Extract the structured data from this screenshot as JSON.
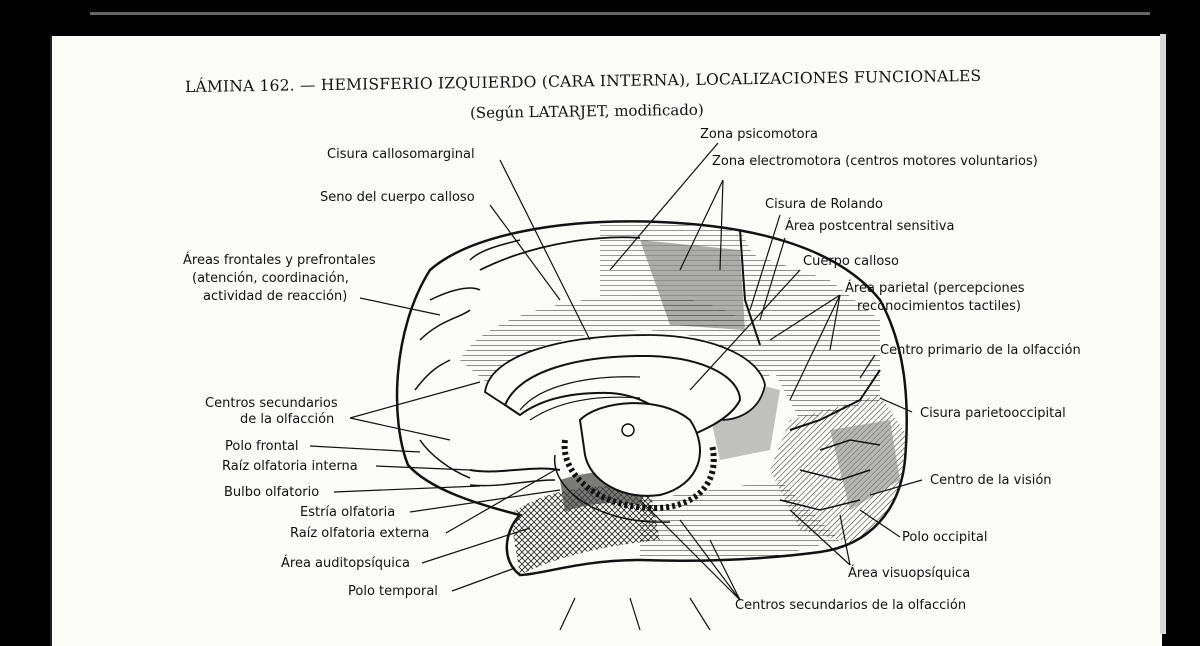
{
  "title": "LÁMINA 162. — HEMISFERIO IZQUIERDO (CARA INTERNA), LOCALIZACIONES FUNCIONALES",
  "subtitle": "(Según LATARJET, modificado)",
  "labels": {
    "zona_psicomotora": "Zona psicomotora",
    "cisura_callosomarginal": "Cisura callosomarginal",
    "zona_electromotora": "Zona electromotora (centros motores voluntarios)",
    "seno_cuerpo_calloso": "Seno del cuerpo calloso",
    "cisura_rolando": "Cisura de Rolando",
    "area_postcentral": "Área postcentral sensitiva",
    "areas_frontales_1": "Áreas frontales y prefrontales",
    "areas_frontales_2": "(atención, coordinación,",
    "areas_frontales_3": "actividad de reacción)",
    "cuerpo_calloso": "Cuerpo calloso",
    "area_parietal_1": "Área parietal (percepciones",
    "area_parietal_2": "reconocimientos tactiles)",
    "centro_primario_olfaccion": "Centro primario de la olfacción",
    "centros_secundarios_1": "Centros secundarios",
    "centros_secundarios_2": "de la olfacción",
    "cisura_parietooccipital": "Cisura parietooccipital",
    "polo_frontal": "Polo frontal",
    "raiz_olfatoria_interna": "Raíz olfatoria interna",
    "centro_vision": "Centro de la visión",
    "bulbo_olfatorio": "Bulbo olfatorio",
    "estria_olfatoria": "Estría olfatoria",
    "raiz_olfatoria_externa": "Raíz olfatoria externa",
    "polo_occipital": "Polo occipital",
    "area_auditopsiquica": "Área auditopsíquica",
    "area_visuopsiquica": "Área visuopsíquica",
    "polo_temporal": "Polo temporal",
    "centros_secundarios_olfaccion_bottom": "Centros secundarios de la olfacción"
  },
  "colors": {
    "ink": "#111111",
    "paper": "#fbfbf8",
    "shade": "#8a8a8a",
    "dark": "#555555"
  }
}
